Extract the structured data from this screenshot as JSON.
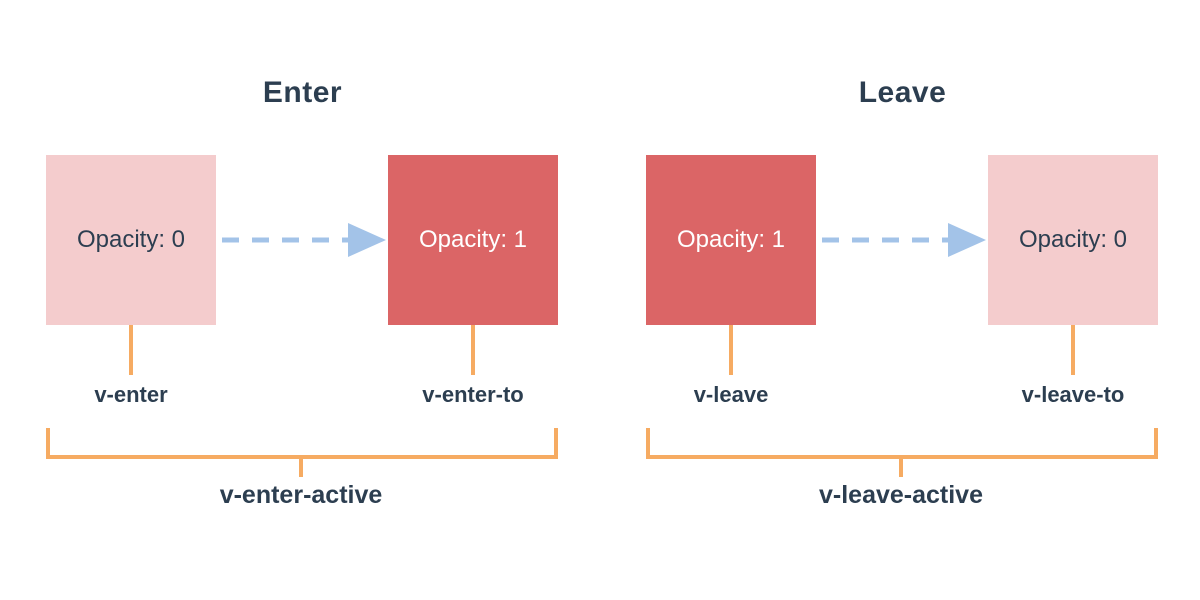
{
  "colors": {
    "page_bg": "#ffffff",
    "box_faded": "#f4cccd",
    "box_solid": "#db6566",
    "arrow_blue": "#a3c3e8",
    "bracket_orange": "#f6ab62",
    "text_dark": "#2c3e50",
    "text_light": "#ffffff"
  },
  "icons": {
    "transition_arrow": "dashed-arrow-right-icon"
  },
  "sections": [
    {
      "id": "enter",
      "title": "Enter",
      "from_box": {
        "label": "Opacity: 0",
        "class_label": "v-enter"
      },
      "to_box": {
        "label": "Opacity: 1",
        "class_label": "v-enter-to"
      },
      "active_label": "v-enter-active"
    },
    {
      "id": "leave",
      "title": "Leave",
      "from_box": {
        "label": "Opacity: 1",
        "class_label": "v-leave"
      },
      "to_box": {
        "label": "Opacity: 0",
        "class_label": "v-leave-to"
      },
      "active_label": "v-leave-active"
    }
  ]
}
